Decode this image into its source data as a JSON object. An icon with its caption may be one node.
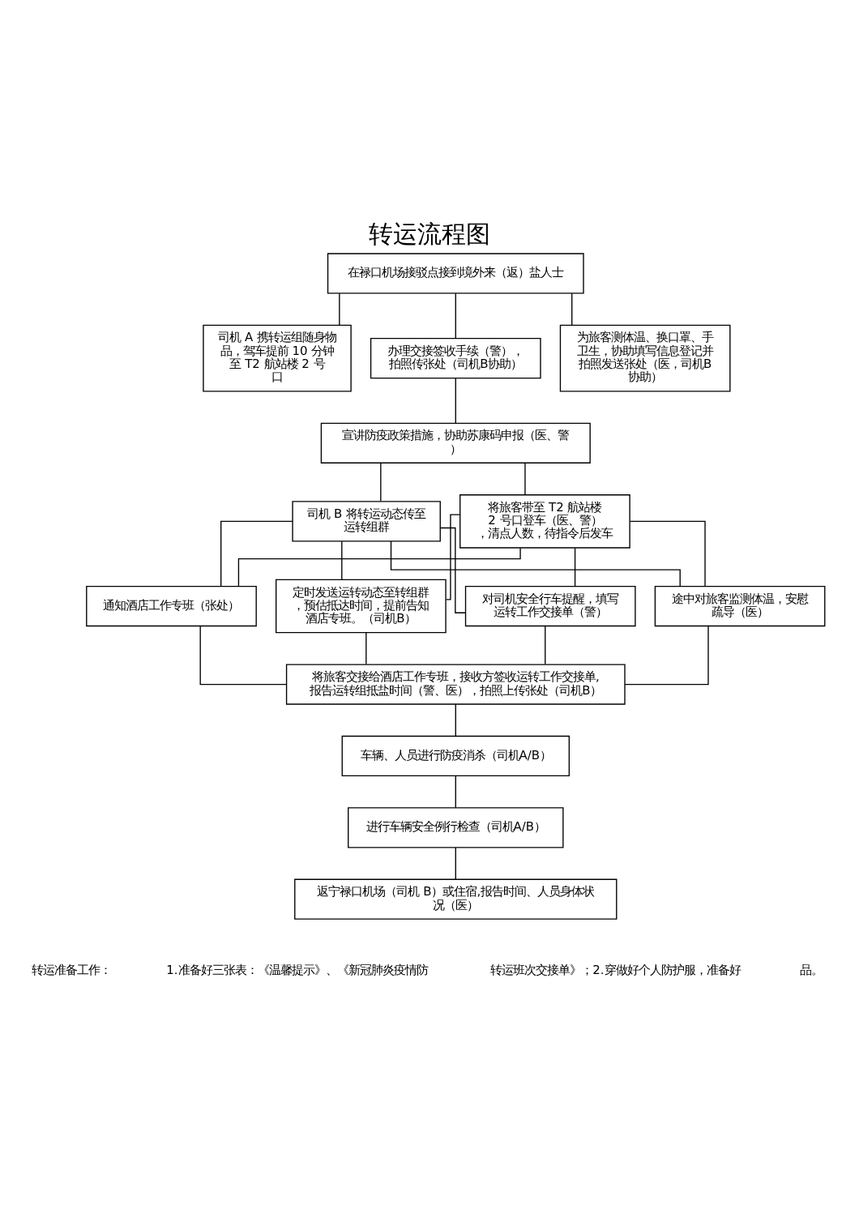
{
  "diagram": {
    "title": "转运流程图",
    "nodes": [
      {
        "text": [
          "在禄口机场接驳点接到境外来（返）盐人士"
        ]
      },
      {
        "text": [
          "司机 A 携转运组随身物品，驾车提前 10 分钟至 T2 航站楼 2 号口"
        ]
      },
      {
        "text": [
          "办理交接签收手续（警），拍照传张处（司机B协助）"
        ]
      },
      {
        "text": [
          "为旅客测体温、换口罩、手卫生，协助填写信息登记并拍照发送张处（医，司机B协助）"
        ]
      },
      {
        "text": [
          "宣讲防疫政策措施，协助苏康码申报（医、警）"
        ]
      },
      {
        "text": [
          "司机 B 将转运动态传至运转组群"
        ]
      },
      {
        "text": [
          "将旅客带至 T2 航站楼 2 号口登车（医、警），清点人数，待指令后发车"
        ]
      },
      {
        "text": [
          "对司机安全行车提醒，填写运转工作交接单（警）"
        ]
      },
      {
        "text": [
          "途中对旅客监测体温，安慰疏导（医）"
        ]
      },
      {
        "text": [
          "通知酒店工作专班（张处）"
        ]
      },
      {
        "text": [
          "定时发送运转动态至转组群，预估抵达时间，提前告知酒店专班。（司机B）"
        ]
      },
      {
        "text": [
          "将旅客交接给酒店工作专班，接收方签收运转工作交接单,报告运转组抵盐时间（警、医），拍照上传张处（司机B）"
        ]
      },
      {
        "text": [
          "车辆、人员进行防疫消杀（司机A/B）"
        ]
      },
      {
        "text": [
          "进行车辆安全例行检查（司机A/B）"
        ]
      },
      {
        "text": [
          "返宁禄口机场（司机 B）或住宿,报告时间、人员身体状况（医）"
        ]
      }
    ],
    "edges": [
      {
        "from": 0,
        "to": 1,
        "arrow": "none"
      },
      {
        "from": 0,
        "to": 2,
        "arrow": "none"
      },
      {
        "from": 0,
        "to": 3,
        "arrow": "none"
      },
      {
        "from": 2,
        "to": 4,
        "arrow": "none"
      },
      {
        "from": 4,
        "to": 5,
        "arrow": "none"
      },
      {
        "from": 4,
        "to": 6,
        "arrow": "none"
      },
      {
        "from": 5,
        "to": 7,
        "arrow": "none"
      },
      {
        "from": 5,
        "to": 8,
        "arrow": "none"
      },
      {
        "from": 5,
        "to": 9,
        "arrow": "none"
      },
      {
        "from": 5,
        "to": 10,
        "arrow": "none"
      },
      {
        "from": 6,
        "to": 7,
        "arrow": "none"
      },
      {
        "from": 6,
        "to": 8,
        "arrow": "none"
      },
      {
        "from": 6,
        "to": 9,
        "arrow": "none"
      },
      {
        "from": 6,
        "to": 10,
        "arrow": "none"
      },
      {
        "from": 7,
        "to": 11,
        "arrow": "none"
      },
      {
        "from": 8,
        "to": 11,
        "arrow": "none"
      },
      {
        "from": 9,
        "to": 11,
        "arrow": "none"
      },
      {
        "from": 10,
        "to": 11,
        "arrow": "none"
      },
      {
        "from": 11,
        "to": 12,
        "arrow": "none"
      },
      {
        "from": 12,
        "to": 13,
        "arrow": "none"
      },
      {
        "from": 13,
        "to": 14,
        "arrow": "none"
      }
    ],
    "labels": [
      "转运准备工作：",
      "1.准备好三张表：《温馨提示》、《新冠肺炎疫情防",
      "转运班次交接单》；2.穿做好个人防护服，准备好",
      "品。"
    ]
  }
}
